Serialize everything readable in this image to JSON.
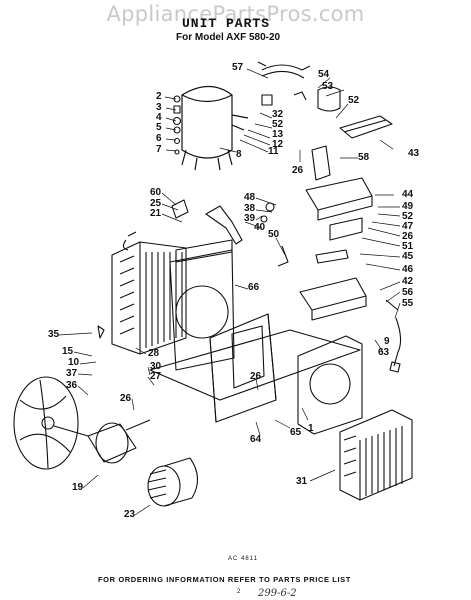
{
  "watermark": "AppliancePartsPros.com",
  "title": "UNIT PARTS",
  "subtitle": "For Model AXF 580-20",
  "figure_code": "AC 4811",
  "footer": "FOR ORDERING INFORMATION REFER TO PARTS PRICE LIST",
  "page_number": "2",
  "handwritten_note": "299-6-2",
  "callouts": [
    "57",
    "54",
    "53",
    "52",
    "2",
    "3",
    "4",
    "5",
    "6",
    "7",
    "32",
    "52",
    "13",
    "12",
    "11",
    "8",
    "43",
    "26",
    "58",
    "44",
    "49",
    "52",
    "47",
    "26",
    "51",
    "45",
    "46",
    "42",
    "56",
    "55",
    "60",
    "25",
    "21",
    "48",
    "38",
    "39",
    "40",
    "50",
    "66",
    "35",
    "15",
    "10",
    "37",
    "36",
    "28",
    "30",
    "27",
    "26",
    "26",
    "9",
    "63",
    "65",
    "64",
    "1",
    "19",
    "23",
    "31"
  ]
}
